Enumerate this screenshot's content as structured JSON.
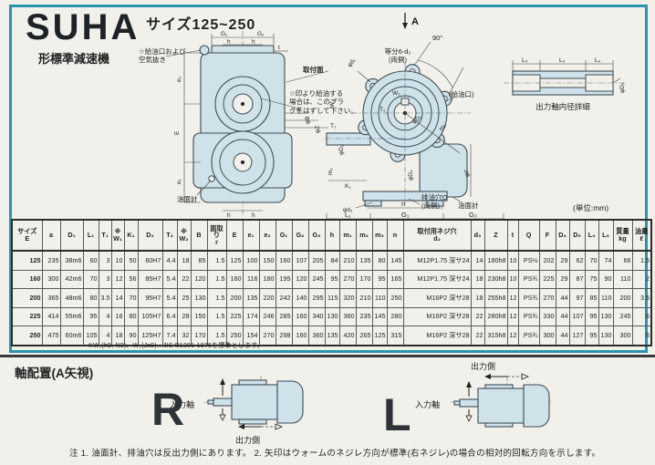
{
  "colors": {
    "frame": "#2b93ab",
    "draw": "#cfe2ea",
    "paper": "#f2f0ea",
    "ink": "#222222",
    "line": "#3d4c55"
  },
  "header": {
    "brand": "SUHA",
    "brand_subtitle": "形標準減速機",
    "size_range": "サイズ125~250"
  },
  "diagrams": {
    "arrow_view": "A",
    "side": {
      "callout_filler": "☆給油口および\n空気抜き",
      "callout_mount": "取付面",
      "callout_plug": "☆印より給油する\n場合は、このプラ\nグをはずして下さい。",
      "labels": {
        "g2a": "G₂",
        "g2b": "G₂",
        "ha": "h",
        "hb": "h",
        "t": "t",
        "e2": "e₂",
        "E": "E",
        "e1": "e₁",
        "cr": "cr",
        "phiB": "φB",
        "phiZ": "φZ",
        "phia": "φa",
        "oil_gauge": "油面計",
        "hc": "h",
        "hd": "h"
      }
    },
    "front": {
      "deg90": "90°",
      "equally": "等分6-d₂\n(両側)",
      "drain": "排油穴Q\n(両側)",
      "labels": {
        "phid1": "φd₁",
        "oil_port": "(給油口)",
        "m3": "m₃",
        "phiF": "φF",
        "phiD4": "φD₄",
        "w2": "W₂",
        "t2": "T₂",
        "phiD2": "φD₂",
        "oil_gauge": "油面計",
        "phid3": "φd₃",
        "k1": "K₁",
        "m2": "m₂",
        "w1": "W₁",
        "t1": "T₁",
        "phiD1": "φD₁",
        "n": "n",
        "l1": "L₁",
        "g1": "G₁",
        "g3": "G₃"
      }
    },
    "shaft_detail": {
      "title": "出力軸内径詳細",
      "labels": {
        "l4a": "L₄",
        "l5": "L₅",
        "l4b": "L₄",
        "phiD5": "φD₅"
      }
    }
  },
  "table": {
    "units_note": "(単位:mm)",
    "headers": [
      "サイズ\nE",
      "a",
      "D₁",
      "L₁",
      "T₁",
      "※\nW₁",
      "K₁",
      "D₂",
      "T₂",
      "※\nW₂",
      "B",
      "面取り\nr",
      "E",
      "e₁",
      "e₂",
      "G₁",
      "G₂",
      "G₃",
      "h",
      "m₁",
      "m₂",
      "m₃",
      "n",
      "取付用ネジ穴\nd₂",
      "d₃",
      "Z",
      "t",
      "Q",
      "F",
      "D₄",
      "D₅",
      "L₄",
      "L₅",
      "質量\nkg",
      "油量\nℓ"
    ],
    "rows": [
      [
        "125",
        "235",
        "38m6",
        "60",
        "3",
        "10",
        "50",
        "60H7",
        "4.4",
        "18",
        "85",
        "1.5",
        "125",
        "100",
        "150",
        "160",
        "107",
        "205",
        "84",
        "210",
        "135",
        "80",
        "145",
        "M12P1.75 深サ24",
        "14",
        "180h8",
        "10",
        "PS½",
        "202",
        "29",
        "62",
        "70",
        "74",
        "66",
        "1.5"
      ],
      [
        "160",
        "300",
        "42m6",
        "70",
        "3",
        "12",
        "56",
        "85H7",
        "5.4",
        "22",
        "120",
        "1.5",
        "160",
        "116",
        "180",
        "195",
        "120",
        "245",
        "95",
        "270",
        "170",
        "95",
        "165",
        "M12P1.75 深サ24",
        "18",
        "230h8",
        "10",
        "PS¾",
        "225",
        "29",
        "87",
        "75",
        "90",
        "110",
        "2"
      ],
      [
        "200",
        "365",
        "48m6",
        "80",
        "3.5",
        "14",
        "70",
        "95H7",
        "5.4",
        "25",
        "130",
        "1.5",
        "200",
        "135",
        "220",
        "242",
        "140",
        "295",
        "115",
        "320",
        "210",
        "110",
        "250",
        "M16P2  深サ28",
        "18",
        "255h8",
        "12",
        "PS¾",
        "270",
        "44",
        "97",
        "85",
        "110",
        "200",
        "3.5"
      ],
      [
        "225",
        "414",
        "55m6",
        "95",
        "4",
        "16",
        "80",
        "105H7",
        "6.4",
        "28",
        "150",
        "1.5",
        "225",
        "174",
        "246",
        "285",
        "160",
        "340",
        "130",
        "360",
        "235",
        "145",
        "280",
        "M16P2  深サ28",
        "22",
        "280h8",
        "12",
        "PS¾",
        "330",
        "44",
        "107",
        "95",
        "130",
        "245",
        "6"
      ],
      [
        "250",
        "475",
        "60m6",
        "105",
        "4",
        "18",
        "90",
        "125H7",
        "7.4",
        "32",
        "170",
        "1.5",
        "250",
        "154",
        "270",
        "298",
        "160",
        "360",
        "135",
        "420",
        "265",
        "125",
        "315",
        "M16P2  深サ28",
        "22",
        "315h8",
        "12",
        "PS¾",
        "300",
        "44",
        "127",
        "95",
        "130",
        "300",
        "6"
      ]
    ],
    "footnote": "※W₁(h9, N9)、W₂(Js9)…JIS B1301-1976を標準とします。"
  },
  "bottom": {
    "section_title": "軸配置(A矢視)",
    "r_label": "R",
    "l_label": "L",
    "input_shaft_r": "入力軸",
    "output_side_r": "出力側",
    "input_shaft_l": "入力軸",
    "output_side_l": "出力側",
    "note": "注 1. 油面計、排油穴は反出力側にあります。  2. 矢印はウォームのネジレ方向が標準(右ネジレ)の場合の相対的回転方向を示します。"
  }
}
